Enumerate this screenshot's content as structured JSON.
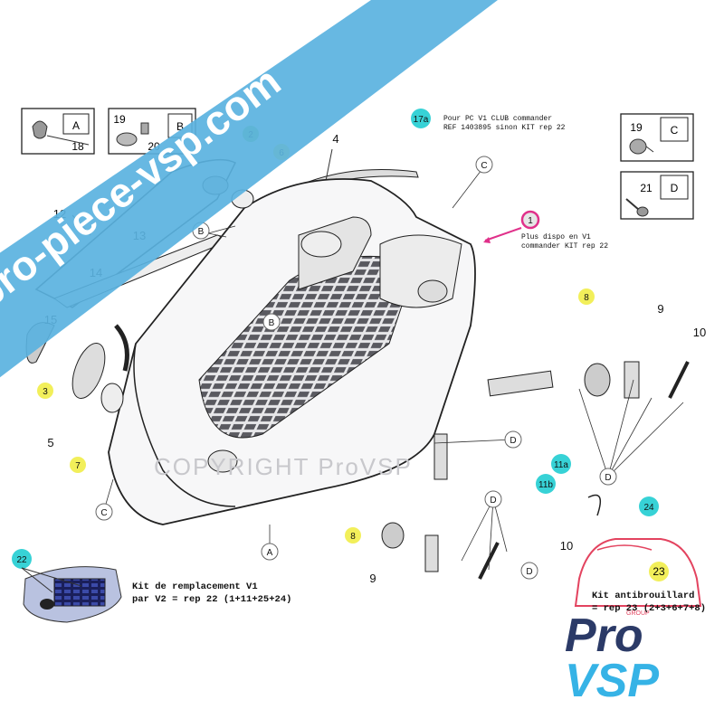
{
  "watermark": {
    "banner_text": "pro-piece-vsp.com",
    "copyright_text": "COPYRIGHT ProVSP",
    "colors": {
      "banner": "#5ab2e0",
      "banner_text": "#ffffff"
    }
  },
  "brand": {
    "logo_line1": "Pro",
    "logo_line2": "VSP",
    "group_tag": "GROUP",
    "colors": {
      "pro": "#2b3a67",
      "vsp": "#36b3e6",
      "accent": "#e3435f"
    }
  },
  "reference_boxes": [
    {
      "letter": "A",
      "part_no": "18"
    },
    {
      "letter": "B",
      "part_no_top": "19",
      "part_no_bottom": "20"
    },
    {
      "letter": "C",
      "part_no": "19"
    },
    {
      "letter": "D",
      "part_no": "21"
    }
  ],
  "notes": {
    "note_17a": "Pour PC V1 CLUB commander\nREF 1403895 sinon KIT rep 22",
    "note_1": "Plus dispo en V1\ncommander KIT rep 22",
    "kit_22": "Kit de remplacement V1\npar V2 = rep 22 (1+11+25+24)",
    "kit_23": "Kit antibrouillard\n= rep 23 (2+3+6+7+8)"
  },
  "part_labels": {
    "plain": [
      "4",
      "12",
      "13",
      "14",
      "15",
      "5",
      "9",
      "10",
      "9",
      "10"
    ],
    "letters": [
      "C",
      "B",
      "B",
      "D",
      "D",
      "D",
      "A",
      "C",
      "D"
    ]
  },
  "highlight_labels": [
    {
      "text": "1",
      "color": "#e0308a",
      "style": "ring"
    },
    {
      "text": "2",
      "color": "#8ed06a",
      "style": "fill"
    },
    {
      "text": "3",
      "color": "#f2ef5a",
      "style": "fill"
    },
    {
      "text": "6",
      "color": "#f2ef5a",
      "style": "fill"
    },
    {
      "text": "7",
      "color": "#f2ef5a",
      "style": "fill"
    },
    {
      "text": "8",
      "color": "#f2ef5a",
      "style": "fill"
    },
    {
      "text": "8",
      "color": "#f2ef5a",
      "style": "fill"
    },
    {
      "text": "17a",
      "color": "#37d2d6",
      "style": "fill"
    },
    {
      "text": "11a",
      "color": "#37d2d6",
      "style": "fill"
    },
    {
      "text": "11b",
      "color": "#37d2d6",
      "style": "fill"
    },
    {
      "text": "24",
      "color": "#37d2d6",
      "style": "fill"
    },
    {
      "text": "22",
      "color": "#37d2d6",
      "style": "fill"
    },
    {
      "text": "23",
      "color": "#f2ef5a",
      "style": "fill"
    }
  ]
}
